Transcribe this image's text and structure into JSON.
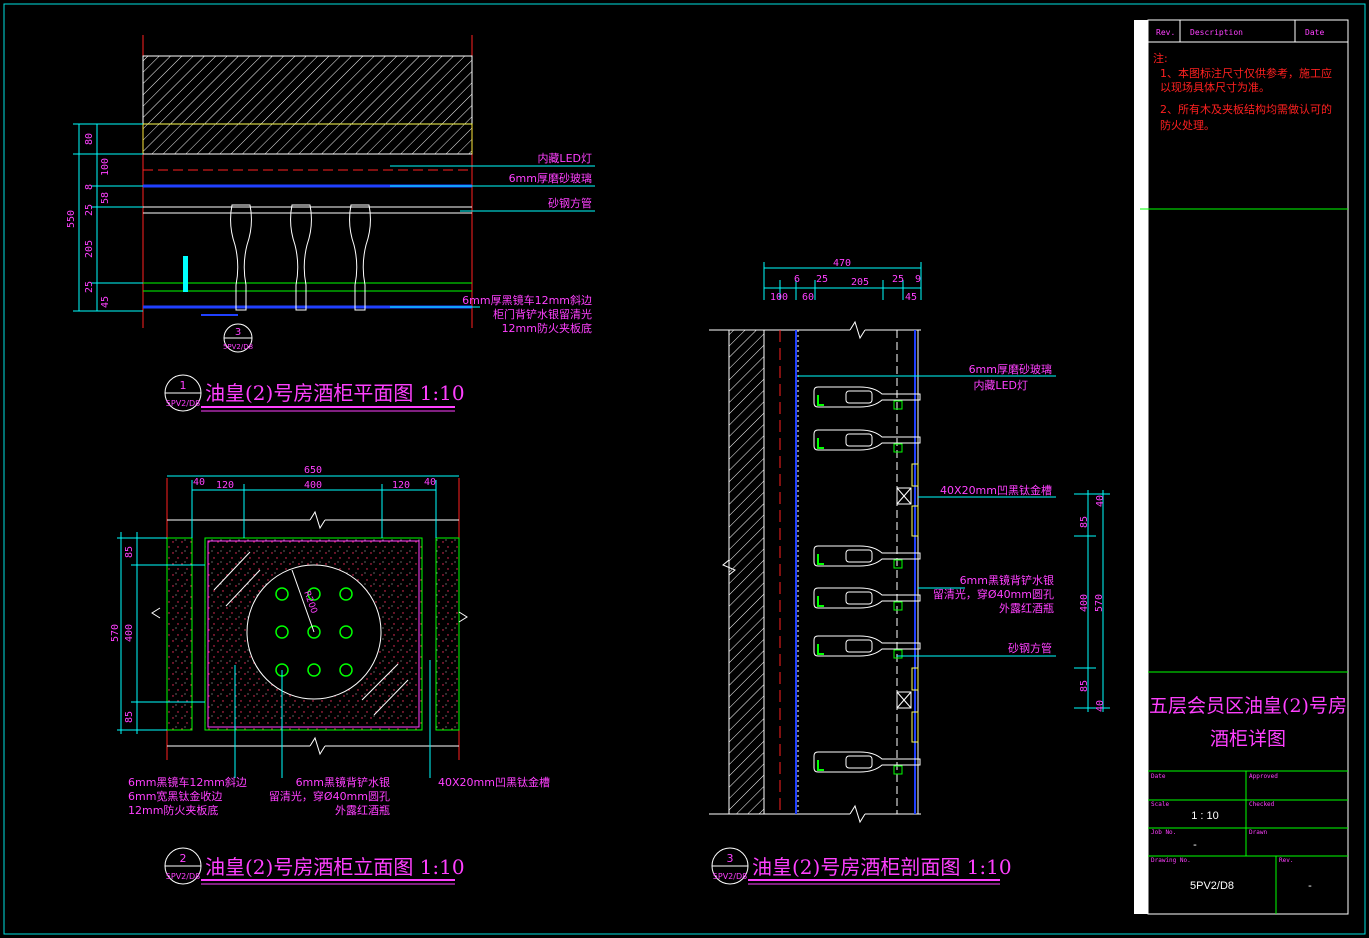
{
  "title_block": {
    "headers": {
      "rev": "Rev.",
      "description": "Description",
      "date": "Date"
    },
    "notes_label": "注:",
    "notes": [
      "1、本图标注尺寸仅供参考，施工应",
      "以现场具体尺寸为准。",
      "2、所有木及夹板结构均需做认可的",
      "防火处理。"
    ],
    "project_title_1": "五层会员区油皇(2)号房",
    "project_title_2": "酒柜详图",
    "fields": {
      "date_label": "Date",
      "approved_label": "Approved",
      "scale_label": "Scale",
      "scale_value": "1 : 10",
      "checked_label": "Checked",
      "job_label": "Job No.",
      "job_value": "-",
      "drawn_label": "Drawn",
      "drawing_label": "Drawing No.",
      "drawing_value": "5PV2/D8",
      "rev_label": "Rev.",
      "rev_value": "-"
    }
  },
  "plan": {
    "title": "油皇(2)号房酒柜平面图 1:10",
    "bubble_num": "1",
    "bubble_ref": "5PV2/D8",
    "section_num": "3",
    "section_ref": "5PV2/D8",
    "dims": [
      "80",
      "100",
      "8",
      "58",
      "25",
      "205",
      "25",
      "45",
      "550"
    ],
    "labels": [
      "内藏LED灯",
      "6mm厚磨砂玻璃",
      "砂钢方管",
      "6mm厚黑镜车12mm斜边",
      "柜门背铲水银留清光",
      "12mm防火夹板底"
    ]
  },
  "elevation": {
    "title": "油皇(2)号房酒柜立面图 1:10",
    "bubble_num": "2",
    "bubble_ref": "5PV2/D8",
    "dims_top": [
      "650",
      "40",
      "120",
      "400",
      "120",
      "40"
    ],
    "dims_left": [
      "85",
      "570",
      "400",
      "85"
    ],
    "radius": "R200",
    "labels": [
      "6mm黑镜车12mm斜边",
      "6mm宽黑钛金收边",
      "12mm防火夹板底",
      "6mm黑镜背铲水银",
      "留清光，穿Ø40mm圆孔",
      "外露红酒瓶",
      "40X20mm凹黑钛金槽"
    ]
  },
  "section": {
    "title": "油皇(2)号房酒柜剖面图 1:10",
    "bubble_num": "3",
    "bubble_ref": "5PV2/D8",
    "dims_top": [
      "470",
      "6",
      "25",
      "205",
      "25",
      "9",
      "100",
      "60",
      "45"
    ],
    "dims_right": [
      "40",
      "85",
      "400",
      "570",
      "85",
      "40"
    ],
    "labels": [
      "6mm厚磨砂玻璃",
      "内藏LED灯",
      "40X20mm凹黑钛金槽",
      "6mm黑镜背铲水银",
      "留清光，穿Ø40mm圆孔",
      "外露红酒瓶",
      "砂钢方管"
    ]
  }
}
